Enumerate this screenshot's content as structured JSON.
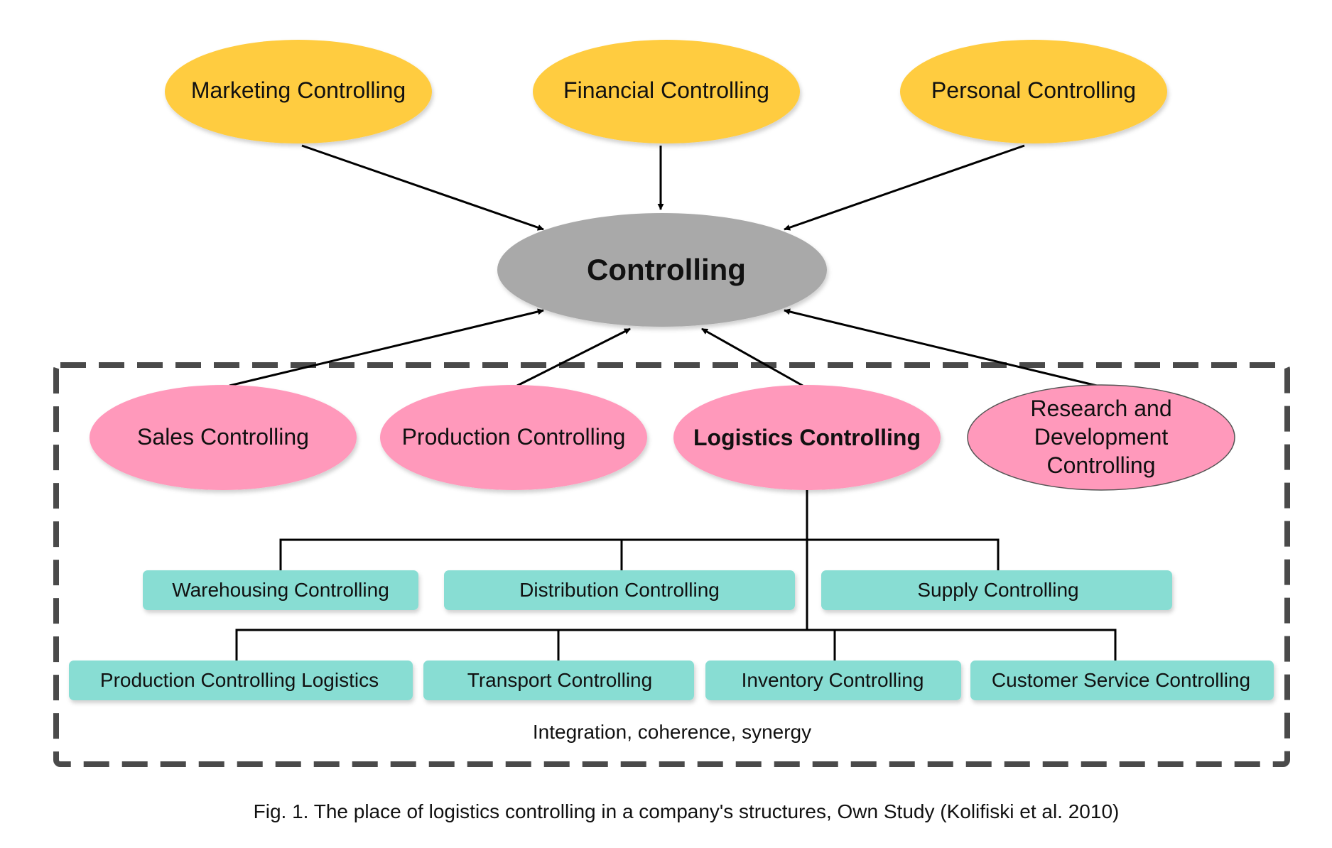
{
  "top_nodes": [
    {
      "label": "Marketing Controlling"
    },
    {
      "label": "Financial Controlling"
    },
    {
      "label": "Personal Controlling"
    }
  ],
  "center_node": {
    "label": "Controlling"
  },
  "sub_nodes": [
    {
      "label": "Sales Controlling"
    },
    {
      "label": "Production Controlling"
    },
    {
      "label": "Logistics Controlling"
    },
    {
      "label_lines": [
        "Research and",
        "Development",
        "Controlling"
      ]
    }
  ],
  "logistics_row1": [
    {
      "label": "Warehousing Controlling"
    },
    {
      "label": "Distribution Controlling"
    },
    {
      "label": "Supply Controlling"
    }
  ],
  "logistics_row2": [
    {
      "label": "Production Controlling Logistics"
    },
    {
      "label": "Transport Controlling"
    },
    {
      "label": "Inventory Controlling"
    },
    {
      "label": "Customer Service Controlling"
    }
  ],
  "boundary_caption": "Integration, coherence, synergy",
  "figure_caption": "Fig. 1. The place of logistics controlling in a company's structures, Own Study (Kolifiski et al. 2010)",
  "colors": {
    "top_fill": "#FFCC40",
    "center_fill": "#A9A9A9",
    "sub_fill": "#FF99BB",
    "leaf_fill": "#88DDD3",
    "dash_border": "#4A4A4A",
    "line": "#000000"
  }
}
